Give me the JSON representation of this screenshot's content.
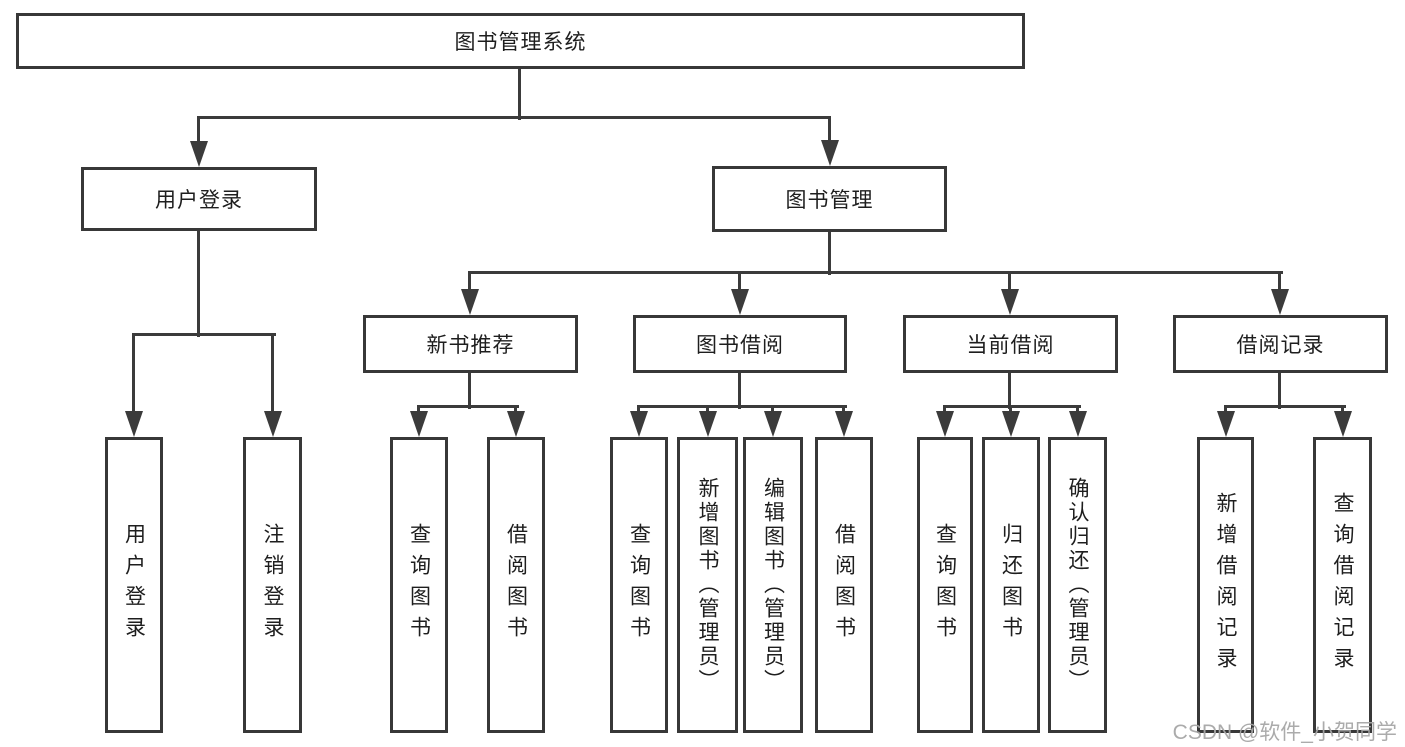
{
  "chart": {
    "root": "图书管理系统",
    "branches": [
      {
        "label": "用户登录",
        "children": [
          "用户登录",
          "注销登录"
        ]
      },
      {
        "label": "图书管理",
        "modules": [
          {
            "label": "新书推荐",
            "children": [
              "查询图书",
              "借阅图书"
            ]
          },
          {
            "label": "图书借阅",
            "children": [
              "查询图书",
              "新增图书（管理员）",
              "编辑图书（管理员）",
              "借阅图书"
            ]
          },
          {
            "label": "当前借阅",
            "children": [
              "查询图书",
              "归还图书",
              "确认归还（管理员）"
            ]
          },
          {
            "label": "借阅记录",
            "children": [
              "新增借阅记录",
              "查询借阅记录"
            ]
          }
        ]
      }
    ]
  },
  "watermark": "CSDN @软件_小贺同学",
  "colors": {
    "line": "#3b3b3b",
    "text": "#1e1e1e",
    "watermark": "#a7a7a7",
    "background": "#ffffff"
  }
}
